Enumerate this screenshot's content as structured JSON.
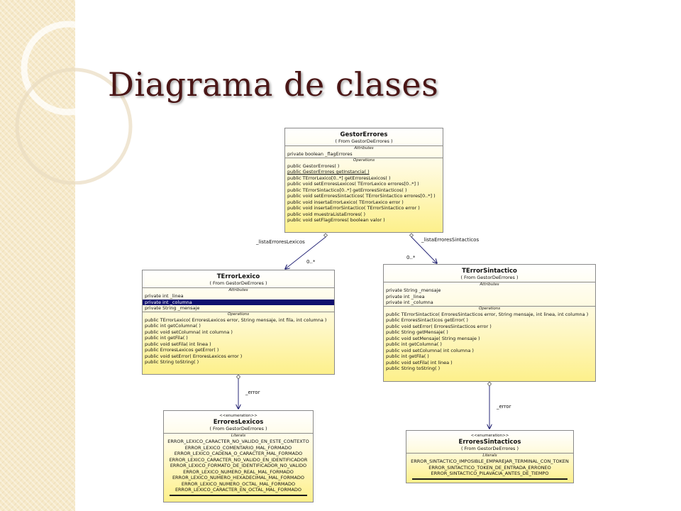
{
  "title": "Diagrama de clases",
  "theme": {
    "strip": "#f6e9c9",
    "title_color": "#4a1616",
    "class_fill_end": "#fdf08b",
    "selection": "#10106e"
  },
  "classes": {
    "gestor": {
      "name": "GestorErrores",
      "from": "( From GestorDeErrores )",
      "attributes_label": "Attributes",
      "attributes": [
        "private boolean _flagErrores"
      ],
      "operations_label": "Operations",
      "operations": [
        "public GestorErrores( )",
        "public GestorErrores  getInstancia( )",
        "public TErrorLexico[0..*]  getErroresLexicos( )",
        "public void  setErroresLexicos( TErrorLexico errores[0..*] )",
        "public TErrorSintactico[0..*]  getErroresSintacticos( )",
        "public void  setErroresSintacticos( TErrorSintactico errores[0..*] )",
        "public void  insertaErrorLexico( TErrorLexico error )",
        "public void  insertaErrorSintactico( TErrorSintactico error )",
        "public void  muestraListaErrores( )",
        "public void  setFlagErrores( boolean valor )"
      ]
    },
    "lexico": {
      "name": "TErrorLexico",
      "from": "( From GestorDeErrores )",
      "attributes_label": "Attributes",
      "attributes": [
        "private int _linea",
        "private int _columna",
        "private String _mensaje"
      ],
      "operations_label": "Operations",
      "operations": [
        "public TErrorLexico( ErroresLexicos error, String mensaje, int fila, int columna )",
        "public int  getColumna( )",
        "public void  setColumna( int columna )",
        "public int  getFila( )",
        "public void  setFila( int linea )",
        "public ErroresLexicos  getError( )",
        "public void  setError( ErroresLexicos error )",
        "public String  toString( )"
      ]
    },
    "sintactico": {
      "name": "TErrorSintactico",
      "from": "( From GestorDeErrores )",
      "attributes_label": "Attributes",
      "attributes": [
        "private String _mensaje",
        "private int _linea",
        "private int _columna"
      ],
      "operations_label": "Operations",
      "operations": [
        "public TErrorSintactico( ErroresSintacticos error, String mensaje, int linea, int columna )",
        "public ErroresSintacticos  getError( )",
        "public void  setError( ErroresSintacticos error )",
        "public String  getMensaje( )",
        "public void  setMensaje( String mensaje )",
        "public int  getColumna( )",
        "public void  setColumna( int columna )",
        "public int  getFila( )",
        "public void  setFila( int linea )",
        "public String  toString( )"
      ]
    },
    "enum_lexicos": {
      "stereotype": "<<enumeration>>",
      "name": "ErroresLexicos",
      "from": "( From GestorDeErrores )",
      "literals_label": "Literals",
      "literals": [
        "ERROR_LEXICO_CARACTER_NO_VALIDO_EN_ESTE_CONTEXTO",
        "ERROR_LEXICO_COMENTARIO_MAL_FORMADO",
        "ERROR_LEXICO_CADENA_O_CARACTER_MAL_FORMADO",
        "ERROR_LEXICO_CARACTER_NO_VALIDO_EN_IDENTIFICADOR",
        "ERROR_LEXICO_FORMATO_DE_IDENTIFICADOR_NO_VALIDO",
        "ERROR_LEXICO_NUMERO_REAL_MAL_FORMADO",
        "ERROR_LEXICO_NUMERO_HEXADECIMAL_MAL_FORMADO",
        "ERROR_LEXICO_NUMERO_OCTAL_MAL_FORMADO",
        "ERROR_LEXICO_CARACTER_EN_OCTAL_MAL_FORMADO"
      ]
    },
    "enum_sintacticos": {
      "stereotype": "<<enumeration>>",
      "name": "ErroresSintacticos",
      "from": "( From GestorDeErrores )",
      "literals_label": "Literals",
      "literals": [
        "ERROR_SINTACTICO_IMPOSIBLE_EMPAREJAR_TERMINAL_CON_TOKEN",
        "ERROR_SINTACTICO_TOKEN_DE_ENTRADA_ERRONEO",
        "ERROR_SINTACTICO_PILAVACIA_ANTES_DE_TIEMPO"
      ]
    }
  },
  "associations": {
    "lista_lexicos": {
      "role": "_listaErroresLexicos",
      "multiplicity": "0..*"
    },
    "lista_sintacticos": {
      "role": "_listaErroresSintacticos",
      "multiplicity": "0..*"
    },
    "error_lexico": {
      "role": "_error"
    },
    "error_sintactico": {
      "role": "_error"
    }
  }
}
